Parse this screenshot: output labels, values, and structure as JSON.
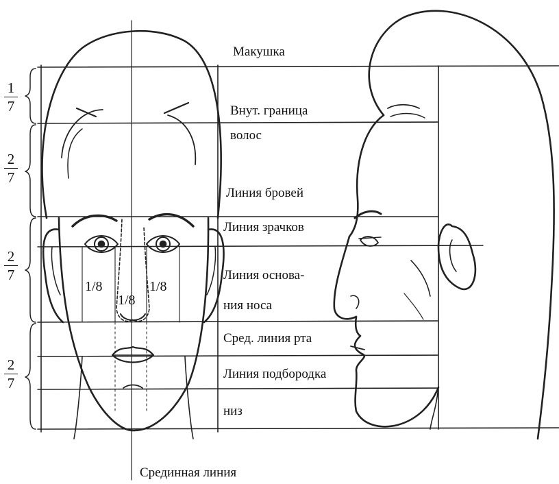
{
  "labels": {
    "crown": "Макушка",
    "hairline": "Внут. граница",
    "hairline2": "волос",
    "brows": "Линия бровей",
    "pupils": "Линия зрачков",
    "nose_base": "Линия основа-",
    "nose_base2": "ния носа",
    "mouth": "Сред. линия рта",
    "chin_line": "Линия подбородка",
    "bottom": "низ",
    "midline": "Срединная линия"
  },
  "eighths": [
    "1/8",
    "1/8",
    "1/8"
  ],
  "fractions": [
    {
      "num": "1",
      "den": "7"
    },
    {
      "num": "2",
      "den": "7"
    },
    {
      "num": "2",
      "den": "7"
    },
    {
      "num": "2",
      "den": "7"
    }
  ]
}
